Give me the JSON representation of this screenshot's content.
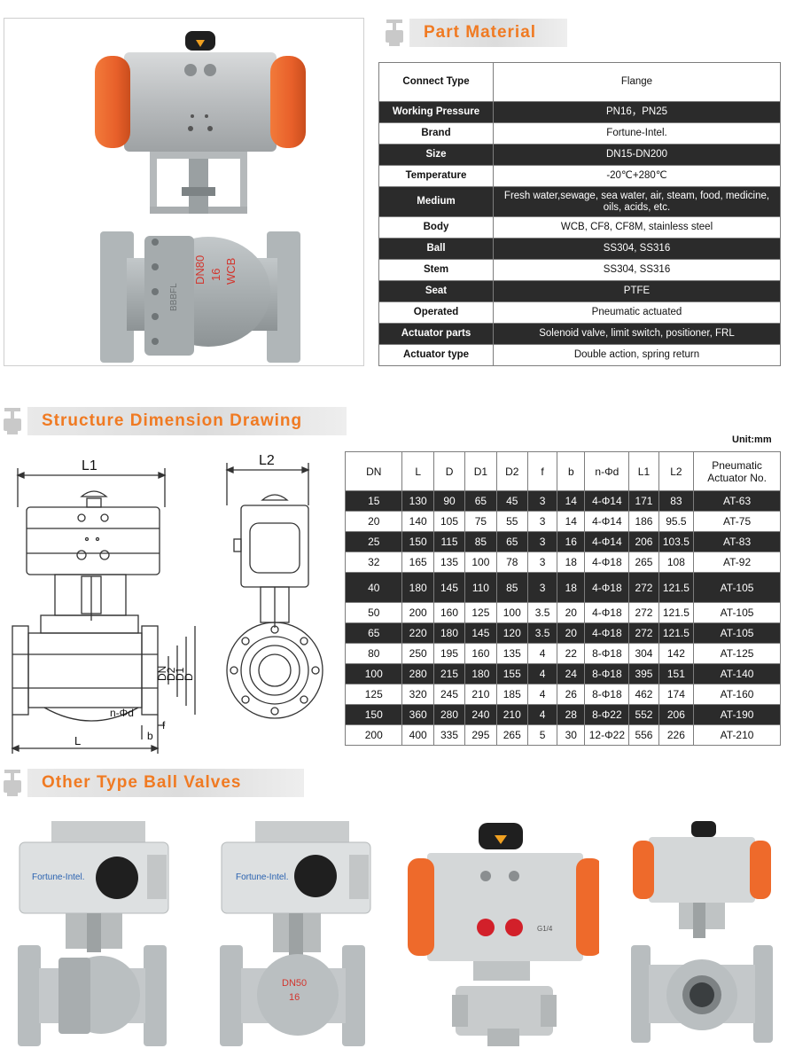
{
  "sections": {
    "part_material": "Part Material",
    "structure": "Structure Dimension Drawing",
    "other_types": "Other Type Ball Valves"
  },
  "material_rows": [
    {
      "label": "Connect Type",
      "value": "Flange",
      "dark": false
    },
    {
      "label": "Working Pressure",
      "value": "PN16，PN25",
      "dark": true
    },
    {
      "label": "Brand",
      "value": "Fortune-Intel.",
      "dark": false
    },
    {
      "label": "Size",
      "value": "DN15-DN200",
      "dark": true
    },
    {
      "label": "Temperature",
      "value": "-20℃+280℃",
      "dark": false
    },
    {
      "label": "Medium",
      "value": "Fresh water,sewage, sea water, air, steam, food, medicine, oils, acids, etc.",
      "dark": true
    },
    {
      "label": "Body",
      "value": "WCB, CF8, CF8M, stainless steel",
      "dark": false
    },
    {
      "label": "Ball",
      "value": "SS304, SS316",
      "dark": true
    },
    {
      "label": "Stem",
      "value": "SS304, SS316",
      "dark": false
    },
    {
      "label": "Seat",
      "value": "PTFE",
      "dark": true
    },
    {
      "label": "Operated",
      "value": "Pneumatic actuated",
      "dark": false
    },
    {
      "label": "Actuator parts",
      "value": "Solenoid valve, limit switch, positioner, FRL",
      "dark": true
    },
    {
      "label": "Actuator type",
      "value": "Double action, spring return",
      "dark": false
    }
  ],
  "unit_label": "Unit:mm",
  "dimension_headers": [
    "DN",
    "L",
    "D",
    "D1",
    "D2",
    "f",
    "b",
    "n-Φd",
    "L1",
    "L2",
    "Pneumatic Actuator No."
  ],
  "dimension_rows": [
    [
      "15",
      "130",
      "90",
      "65",
      "45",
      "3",
      "14",
      "4-Φ14",
      "171",
      "83",
      "AT-63"
    ],
    [
      "20",
      "140",
      "105",
      "75",
      "55",
      "3",
      "14",
      "4-Φ14",
      "186",
      "95.5",
      "AT-75"
    ],
    [
      "25",
      "150",
      "115",
      "85",
      "65",
      "3",
      "16",
      "4-Φ14",
      "206",
      "103.5",
      "AT-83"
    ],
    [
      "32",
      "165",
      "135",
      "100",
      "78",
      "3",
      "18",
      "4-Φ18",
      "265",
      "108",
      "AT-92"
    ],
    [
      "40",
      "180",
      "145",
      "110",
      "85",
      "3",
      "18",
      "4-Φ18",
      "272",
      "121.5",
      "AT-105"
    ],
    [
      "50",
      "200",
      "160",
      "125",
      "100",
      "3.5",
      "20",
      "4-Φ18",
      "272",
      "121.5",
      "AT-105"
    ],
    [
      "65",
      "220",
      "180",
      "145",
      "120",
      "3.5",
      "20",
      "4-Φ18",
      "272",
      "121.5",
      "AT-105"
    ],
    [
      "80",
      "250",
      "195",
      "160",
      "135",
      "4",
      "22",
      "8-Φ18",
      "304",
      "142",
      "AT-125"
    ],
    [
      "100",
      "280",
      "215",
      "180",
      "155",
      "4",
      "24",
      "8-Φ18",
      "395",
      "151",
      "AT-140"
    ],
    [
      "125",
      "320",
      "245",
      "210",
      "185",
      "4",
      "26",
      "8-Φ18",
      "462",
      "174",
      "AT-160"
    ],
    [
      "150",
      "360",
      "280",
      "240",
      "210",
      "4",
      "28",
      "8-Φ22",
      "552",
      "206",
      "AT-190"
    ],
    [
      "200",
      "400",
      "335",
      "295",
      "265",
      "5",
      "30",
      "12-Φ22",
      "556",
      "226",
      "AT-210"
    ]
  ],
  "drawing_labels": {
    "l1": "L1",
    "l2": "L2",
    "l": "L",
    "dn": "DN",
    "d2": "D2",
    "d1": "D1",
    "d": "D",
    "nphid": "n-Φd",
    "b": "b",
    "f": "f"
  },
  "hero_marks": {
    "line1": "DN80",
    "line2": "16",
    "line3": "WCB",
    "side": "BBBFL"
  },
  "other_products": [
    {
      "brand": "Fortune-Intel."
    },
    {
      "brand": "Fortune-Intel.",
      "mark1": "DN50",
      "mark2": "16"
    },
    {
      "port_label": "G1/4"
    },
    {}
  ],
  "colors": {
    "accent": "#f07a22",
    "dark_row": "#2b2b2b",
    "valve_gray": "#a9b0b2",
    "actuator_orange": "#ee6a2b"
  }
}
